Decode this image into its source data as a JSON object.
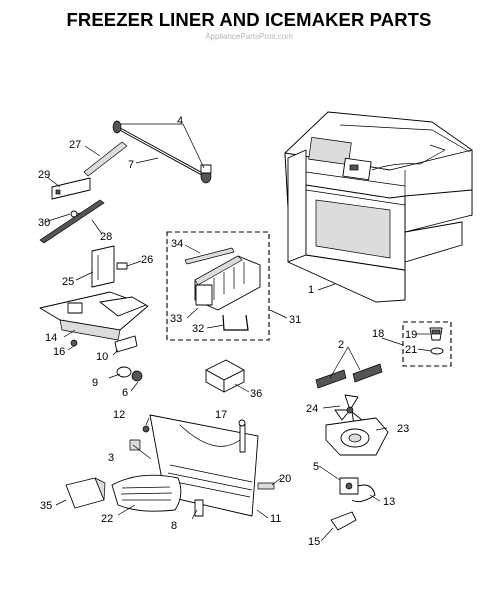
{
  "header": {
    "title": "FREEZER LINER AND ICEMAKER PARTS",
    "watermark": "AppliancePartsPros.com"
  },
  "callouts": {
    "c1": "1",
    "c2": "2",
    "c3": "3",
    "c4": "4",
    "c5": "5",
    "c6": "6",
    "c7": "7",
    "c8": "8",
    "c9": "9",
    "c10": "10",
    "c11": "11",
    "c12": "12",
    "c13": "13",
    "c14": "14",
    "c15": "15",
    "c16": "16",
    "c17": "17",
    "c18": "18",
    "c19": "19",
    "c20": "20",
    "c21": "21",
    "c22": "22",
    "c23": "23",
    "c24": "24",
    "c25": "25",
    "c26": "26",
    "c27": "27",
    "c28": "28",
    "c29": "29",
    "c30": "30",
    "c31": "31",
    "c32": "32",
    "c33": "33",
    "c34": "34",
    "c35": "35",
    "c36": "36"
  }
}
